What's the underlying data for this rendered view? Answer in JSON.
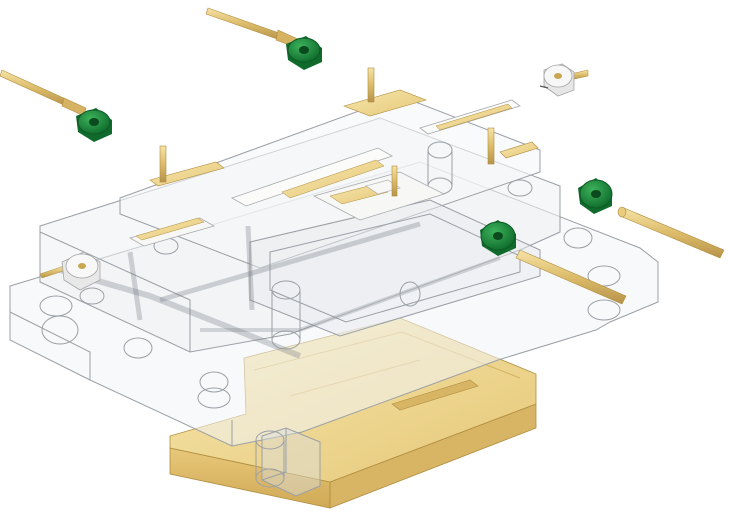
{
  "figure": {
    "subject": "exploded-assembly-render",
    "components": [
      {
        "name": "transparent-housing",
        "material": "clear-acrylic"
      },
      {
        "name": "gold-base-block",
        "material": "gold-plated-metal"
      },
      {
        "name": "gold-pin",
        "count": 6
      },
      {
        "name": "green-bushing",
        "count": 4
      },
      {
        "name": "white-bushing",
        "count": 2
      },
      {
        "name": "gold-pad-strip",
        "count": 5
      }
    ]
  },
  "colors": {
    "gold_light": "#f3df9f",
    "gold_mid": "#e8cc7e",
    "gold_dark": "#c9a652",
    "gold_edge": "#b08d3e",
    "clear_fill": "#f2f4f6",
    "clear_edge": "#9aa0a6",
    "green": "#1a8a3a",
    "green_dark": "#0d5a25",
    "white_part": "#f4f4f4"
  }
}
